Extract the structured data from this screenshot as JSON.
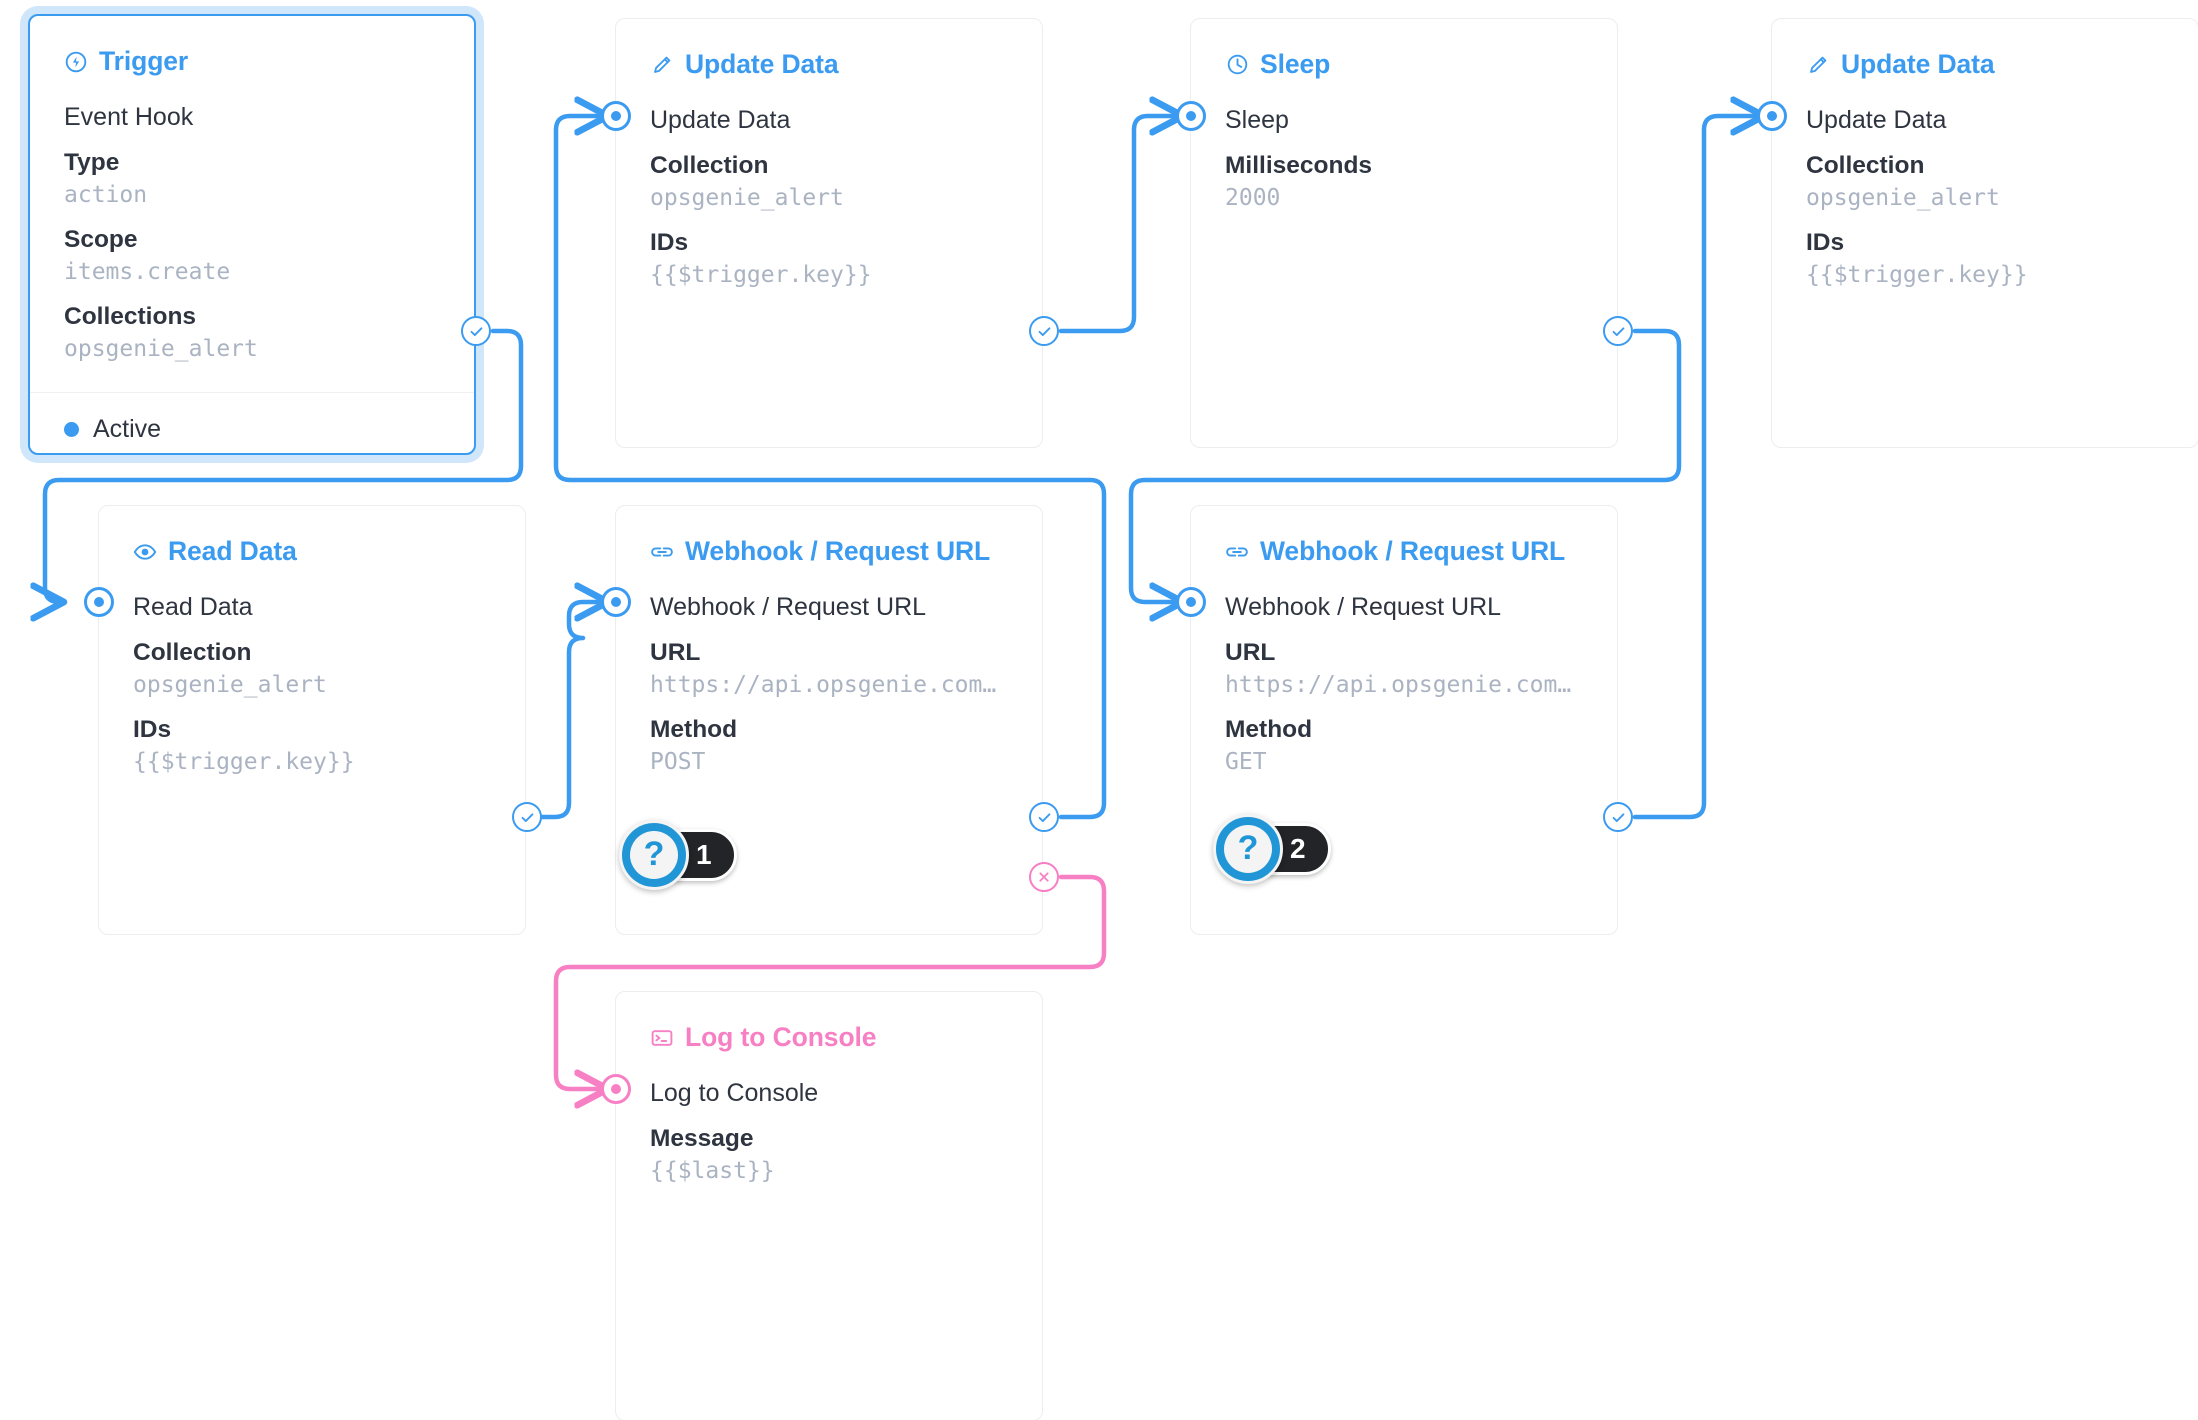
{
  "theme": {
    "accent": "#3b9bf0",
    "accent_pink": "#f77fc4",
    "text": "#2f3540",
    "muted": "#aab3c2",
    "card_border": "#ebedf0",
    "badge_bg": "#222428",
    "badge_ring": "#2196d6"
  },
  "nodes": [
    {
      "id": "trigger",
      "icon": "bolt-circle-icon",
      "header": "Trigger",
      "name": "Event Hook",
      "selected": true,
      "color": "blue",
      "fields": [
        {
          "label": "Type",
          "value": "action"
        },
        {
          "label": "Scope",
          "value": "items.create"
        },
        {
          "label": "Collections",
          "value": "opsgenie_alert"
        }
      ],
      "footer": {
        "status": "Active"
      }
    },
    {
      "id": "update-data-1",
      "icon": "pencil-icon",
      "header": "Update Data",
      "name": "Update Data",
      "selected": false,
      "color": "blue",
      "fields": [
        {
          "label": "Collection",
          "value": "opsgenie_alert"
        },
        {
          "label": "IDs",
          "value": "{{$trigger.key}}"
        }
      ]
    },
    {
      "id": "sleep",
      "icon": "clock-icon",
      "header": "Sleep",
      "name": "Sleep",
      "selected": false,
      "color": "blue",
      "fields": [
        {
          "label": "Milliseconds",
          "value": "2000"
        }
      ]
    },
    {
      "id": "update-data-2",
      "icon": "pencil-icon",
      "header": "Update Data",
      "name": "Update Data",
      "selected": false,
      "color": "blue",
      "fields": [
        {
          "label": "Collection",
          "value": "opsgenie_alert"
        },
        {
          "label": "IDs",
          "value": "{{$trigger.key}}"
        }
      ]
    },
    {
      "id": "read-data",
      "icon": "eye-icon",
      "header": "Read Data",
      "name": "Read Data",
      "selected": false,
      "color": "blue",
      "fields": [
        {
          "label": "Collection",
          "value": "opsgenie_alert"
        },
        {
          "label": "IDs",
          "value": "{{$trigger.key}}"
        }
      ]
    },
    {
      "id": "webhook-1",
      "icon": "link-icon",
      "header": "Webhook / Request URL",
      "name": "Webhook / Request URL",
      "selected": false,
      "color": "blue",
      "fields": [
        {
          "label": "URL",
          "value": "https://api.opsgenie.com/v…"
        },
        {
          "label": "Method",
          "value": "POST"
        }
      ]
    },
    {
      "id": "webhook-2",
      "icon": "link-icon",
      "header": "Webhook / Request URL",
      "name": "Webhook / Request URL",
      "selected": false,
      "color": "blue",
      "fields": [
        {
          "label": "URL",
          "value": "https://api.opsgenie.com/v…"
        },
        {
          "label": "Method",
          "value": "GET"
        }
      ]
    },
    {
      "id": "log-to-console",
      "icon": "console-icon",
      "header": "Log to Console",
      "name": "Log to Console",
      "selected": false,
      "color": "pink",
      "fields": [
        {
          "label": "Message",
          "value": "{{$last}}"
        }
      ]
    }
  ],
  "help_badges": [
    {
      "id": "help-1",
      "symbol": "?",
      "count": "1"
    },
    {
      "id": "help-2",
      "symbol": "?",
      "count": "2"
    }
  ]
}
